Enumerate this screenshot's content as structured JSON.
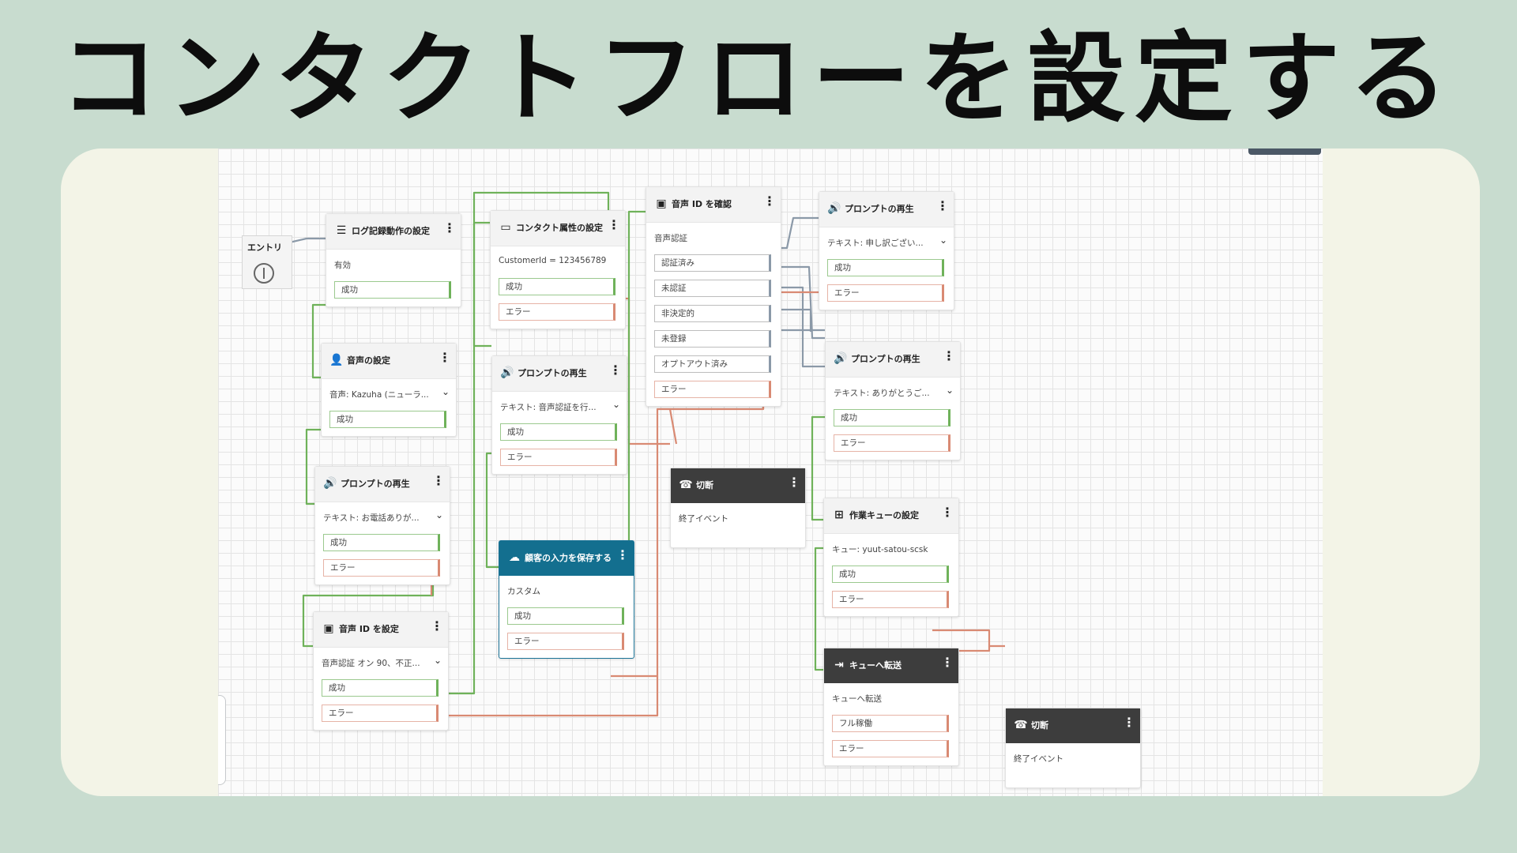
{
  "page_title": "コンタクトフローを設定する",
  "canvas": {
    "entry_label": "エントリ",
    "blocks": {
      "log": {
        "title": "ログ記録動作の設定",
        "icon": "log-settings-icon",
        "body": "有効",
        "outputs": [
          "成功"
        ]
      },
      "voice": {
        "title": "音声の設定",
        "icon": "voice-settings-icon",
        "body": "音声: Kazuha (ニューラ...",
        "outputs": [
          "成功"
        ]
      },
      "prompt1": {
        "title": "プロンプトの再生",
        "icon": "speaker-icon",
        "body": "テキスト: お電話ありが...",
        "outputs": [
          "成功",
          "エラー"
        ]
      },
      "setvoiceid": {
        "title": "音声 ID を設定",
        "icon": "voice-id-icon",
        "body": "音声認証 オン 90、不正...",
        "outputs": [
          "成功",
          "エラー"
        ]
      },
      "contactattr": {
        "title": "コンタクト属性の設定",
        "icon": "attributes-icon",
        "body": "CustomerId = 123456789",
        "outputs": [
          "成功",
          "エラー"
        ]
      },
      "prompt2": {
        "title": "プロンプトの再生",
        "icon": "speaker-icon",
        "body": "テキスト: 音声認証を行...",
        "outputs": [
          "成功",
          "エラー"
        ]
      },
      "storeinput": {
        "title": "顧客の入力を保存する",
        "icon": "cloud-icon",
        "body": "カスタム",
        "outputs": [
          "成功",
          "エラー"
        ]
      },
      "checkvoiceid": {
        "title": "音声 ID を確認",
        "icon": "voice-id-icon",
        "body": "音声認証",
        "outputs": [
          "認証済み",
          "未認証",
          "非決定的",
          "未登録",
          "オプトアウト済み",
          "エラー"
        ]
      },
      "disconnect1": {
        "title": "切断",
        "icon": "hangup-icon",
        "body": "終了イベント",
        "outputs": []
      },
      "prompt3": {
        "title": "プロンプトの再生",
        "icon": "speaker-icon",
        "body": "テキスト: 申し訳ござい...",
        "outputs": [
          "成功",
          "エラー"
        ]
      },
      "prompt4": {
        "title": "プロンプトの再生",
        "icon": "speaker-icon",
        "body": "テキスト: ありがとうご...",
        "outputs": [
          "成功",
          "エラー"
        ]
      },
      "setqueue": {
        "title": "作業キューの設定",
        "icon": "queue-icon",
        "body": "キュー: yuut-satou-scsk",
        "outputs": [
          "成功",
          "エラー"
        ]
      },
      "transfer": {
        "title": "キューへ転送",
        "icon": "transfer-icon",
        "body": "キューへ転送",
        "outputs": [
          "フル稼働",
          "エラー"
        ]
      },
      "disconnect2": {
        "title": "切断",
        "icon": "hangup-icon",
        "body": "終了イベント",
        "outputs": []
      }
    }
  },
  "colors": {
    "success": "#6fb25a",
    "error": "#d98a73",
    "neutral": "#8b99a8",
    "teal": "#136f8f",
    "dark": "#3d3d3d"
  }
}
